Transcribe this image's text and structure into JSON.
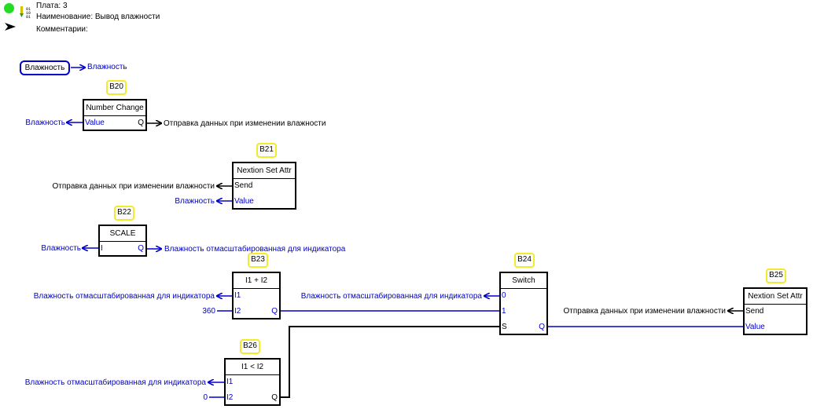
{
  "header": {
    "board": "Плата: 3",
    "name": "Наименование: Вывод влажности",
    "comments": "Комментарии:",
    "bits_icon": "binary-download-icon",
    "status_color": "#22dd22"
  },
  "input_var": {
    "name": "Влажность",
    "target": "Влажность"
  },
  "blocks": {
    "b20": {
      "tag": "B20",
      "title": "Number Change",
      "pin_in": "Value",
      "pin_out": "Q",
      "left_label": "Влажность",
      "right_label": "Отправка данных при изменении влажности"
    },
    "b21": {
      "tag": "B21",
      "title": "Nextion Set Attr",
      "pin_1": "Send",
      "pin_2": "Value",
      "left_1": "Отправка данных при изменении влажности",
      "left_2": "Влажность"
    },
    "b22": {
      "tag": "B22",
      "title": "SCALE",
      "pin_in": "I",
      "pin_out": "Q",
      "left_label": "Влажность",
      "right_label": "Влажность отмасштабированная для индикатора"
    },
    "b23": {
      "tag": "B23",
      "title": "I1 + I2",
      "pin_1": "I1",
      "pin_2": "I2",
      "pin_out": "Q",
      "left_1": "Влажность отмасштабированная для индикатора",
      "left_2": "360"
    },
    "b24": {
      "tag": "B24",
      "title": "Switch",
      "pin_0": "0",
      "pin_1": "1",
      "pin_s": "S",
      "pin_out": "Q",
      "left_0": "Влажность отмасштабированная для индикатора"
    },
    "b25": {
      "tag": "B25",
      "title": "Nextion Set Attr",
      "pin_1": "Send",
      "pin_2": "Value",
      "left_1": "Отправка данных при изменении влажности"
    },
    "b26": {
      "tag": "B26",
      "title": "I1 < I2",
      "pin_1": "I1",
      "pin_2": "I2",
      "pin_out": "Q",
      "left_1": "Влажность отмасштабированная для индикатора",
      "left_2": "0"
    }
  },
  "colors": {
    "wire_blue": "#0000cc",
    "wire_black": "#000000",
    "tag_border": "#f2ea2a"
  }
}
